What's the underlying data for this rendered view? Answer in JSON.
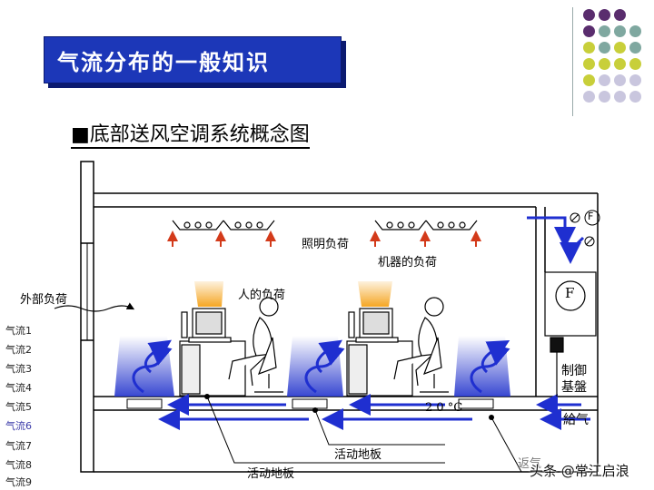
{
  "header": {
    "title": "气流分布的一般知识",
    "subtitle": "■底部送风空调系统概念图"
  },
  "labels": {
    "lighting_load": "照明负荷",
    "machine_load": "机器的负荷",
    "human_load": "人的负荷",
    "external_load": "外部负荷",
    "fan_symbol": "F",
    "control_panel_line1": "制御",
    "control_panel_line2": "基盤",
    "supply_air": "給气",
    "temperature": "2 0 °C",
    "raised_floor_1": "活动地板",
    "raised_floor_2": "活动地板",
    "return_air": "返气"
  },
  "airflow_list": [
    "气流1",
    "气流2",
    "气流3",
    "气流4",
    "气流5",
    "气流6",
    "气流7",
    "气流8",
    "气流9"
  ],
  "watermark": "头条 @常江启浪",
  "colors": {
    "title_bg": "#1c37b8",
    "airflow_blue": "#1f2fd0",
    "heat_orange": "#f5a623",
    "arrow_red": "#d33a1a",
    "dot_purple": "#5a2d6e",
    "dot_teal": "#7fa8a0",
    "dot_yellow": "#c8cf3a",
    "dot_lavender": "#c9c6de"
  }
}
